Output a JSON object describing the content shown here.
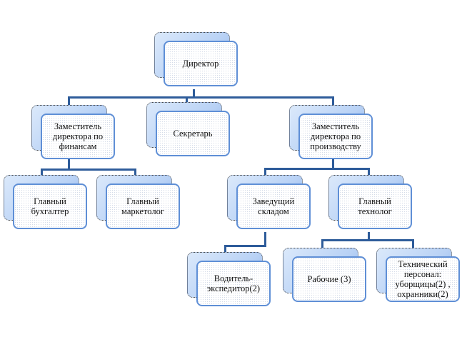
{
  "nodes": {
    "director": "Директор",
    "deputy_finance": "Заместитель директора по финансам",
    "secretary": "Секретарь",
    "deputy_production": "Заместитель директора по производству",
    "chief_accountant": "Главный бухгалтер",
    "chief_marketer": "Главный маркетолог",
    "warehouse_manager": "Заведущий складом",
    "chief_technologist": "Главный технолог",
    "driver": "Водитель-экспедитор(2)",
    "workers": "Рабочие (3)",
    "tech_staff": "Технический персонал: уборщицы(2) , охранники(2)"
  }
}
